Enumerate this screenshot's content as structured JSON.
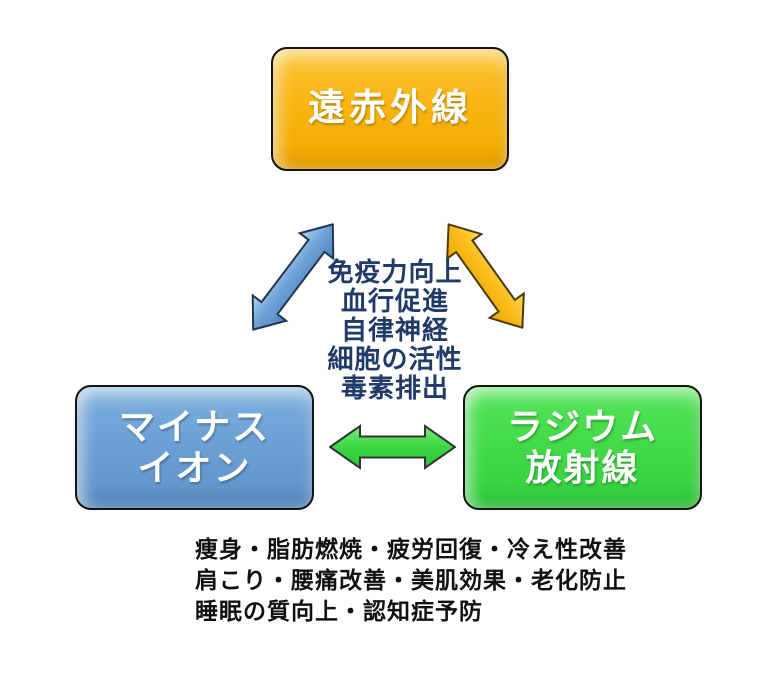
{
  "palette": {
    "box_top_fill": "#f9b511",
    "box_left_fill": "#6ca0d6",
    "box_right_fill": "#43db49",
    "box_border": "#131313",
    "arrow_blue_fill": "#6fa3d8",
    "arrow_orange_fill": "#fcbd1b",
    "arrow_green_fill": "#3fd946",
    "effects_text_color": "#203a69",
    "benefits_text_color": "#111111",
    "box_label_color": "#ffffff"
  },
  "boxes": {
    "top": {
      "label": "遠赤外線"
    },
    "left": {
      "label": "マイナス\nイオン"
    },
    "right": {
      "label": "ラジウム\n放射線"
    }
  },
  "center_effects": {
    "lines": [
      "免疫力向上",
      "血行促進",
      "自律神経",
      "細胞の活性",
      "毒素排出"
    ]
  },
  "benefits": {
    "lines": [
      "痩身・脂肪燃焼・疲労回復・冷え性改善",
      "肩こり・腰痛改善・美肌効果・老化防止",
      "睡眠の質向上・認知症予防"
    ]
  },
  "arrows": {
    "blue": "far-infrared ↔ negative-ion",
    "orange": "far-infrared ↔ radium-radiation",
    "green": "negative-ion ↔ radium-radiation"
  }
}
